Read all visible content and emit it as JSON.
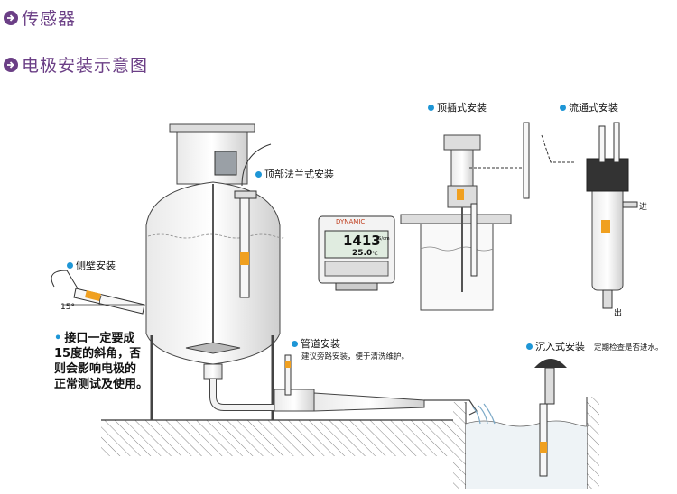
{
  "headings": {
    "sensor": "传感器",
    "install_diagram": "电极安装示意图"
  },
  "labels": {
    "top_flange": "顶部法兰式安装",
    "side_wall": "侧壁安装",
    "pipeline": "管道安装",
    "pipeline_hint": "建议旁路安装，便于清洗维护。",
    "top_insert": "顶插式安装",
    "flow_through": "流通式安装",
    "immersion": "沉入式安装",
    "immersion_hint": "定期检查是否进水。",
    "inlet": "进",
    "outlet": "出",
    "angle": "15°"
  },
  "note": {
    "line1": "接口一定要成",
    "line2": "15度的斜角，否",
    "line3": "则会影响电极的",
    "line4": "正常测试及使用。"
  },
  "meter": {
    "brand": "DYNAMIC",
    "reading_main": "1413",
    "reading_unit": "uS/cm",
    "reading_temp": "25.0",
    "temp_unit": "℃"
  },
  "colors": {
    "heading": "#6b3f86",
    "dot": "#1e96d6",
    "sensor_band": "#f0a020"
  }
}
